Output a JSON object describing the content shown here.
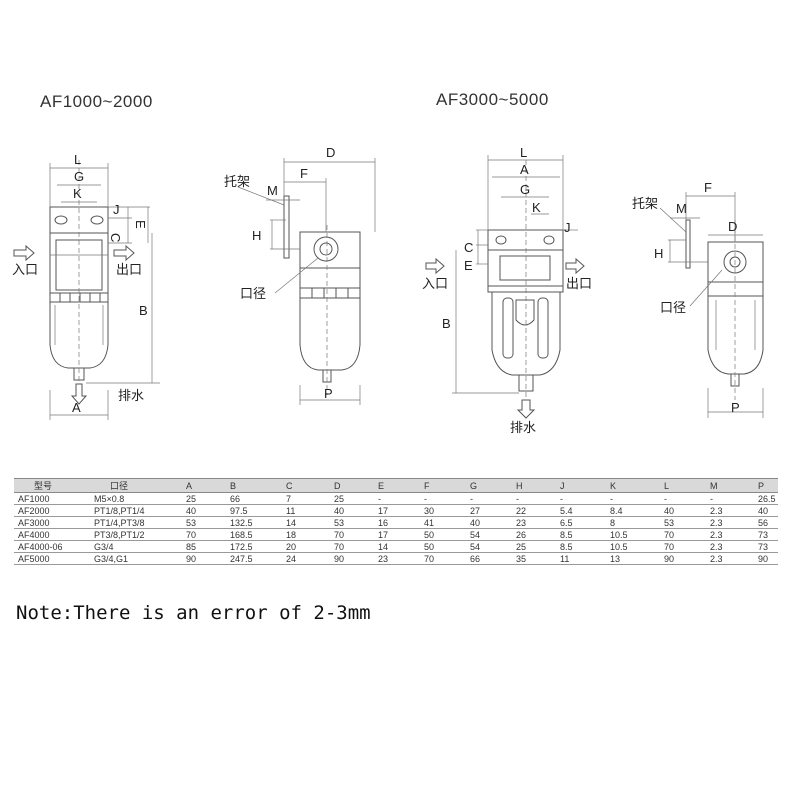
{
  "titles": {
    "left": "AF1000~2000",
    "right": "AF3000~5000"
  },
  "drawing_labels": {
    "L": "L",
    "G": "G",
    "K": "K",
    "J": "J",
    "C": "C",
    "E": "E",
    "B": "B",
    "A": "A",
    "D": "D",
    "F": "F",
    "M": "M",
    "H": "H",
    "P": "P",
    "inlet": "入口",
    "outlet": "出口",
    "drain": "排水",
    "bracket": "托架",
    "port": "口径"
  },
  "table": {
    "headers": [
      "型号",
      "口径",
      "A",
      "B",
      "C",
      "D",
      "E",
      "F",
      "G",
      "H",
      "J",
      "K",
      "L",
      "M",
      "P"
    ],
    "rows": [
      [
        "AF1000",
        "M5×0.8",
        "25",
        "66",
        "7",
        "25",
        "-",
        "-",
        "-",
        "-",
        "-",
        "-",
        "-",
        "-",
        "26.5"
      ],
      [
        "AF2000",
        "PT1/8,PT1/4",
        "40",
        "97.5",
        "11",
        "40",
        "17",
        "30",
        "27",
        "22",
        "5.4",
        "8.4",
        "40",
        "2.3",
        "40"
      ],
      [
        "AF3000",
        "PT1/4,PT3/8",
        "53",
        "132.5",
        "14",
        "53",
        "16",
        "41",
        "40",
        "23",
        "6.5",
        "8",
        "53",
        "2.3",
        "56"
      ],
      [
        "AF4000",
        "PT3/8,PT1/2",
        "70",
        "168.5",
        "18",
        "70",
        "17",
        "50",
        "54",
        "26",
        "8.5",
        "10.5",
        "70",
        "2.3",
        "73"
      ],
      [
        "AF4000-06",
        "G3/4",
        "85",
        "172.5",
        "20",
        "70",
        "14",
        "50",
        "54",
        "25",
        "8.5",
        "10.5",
        "70",
        "2.3",
        "73"
      ],
      [
        "AF5000",
        "G3/4,G1",
        "90",
        "247.5",
        "24",
        "90",
        "23",
        "70",
        "66",
        "35",
        "11",
        "13",
        "90",
        "2.3",
        "90"
      ]
    ]
  },
  "note": "Note:There is an error of 2-3mm"
}
